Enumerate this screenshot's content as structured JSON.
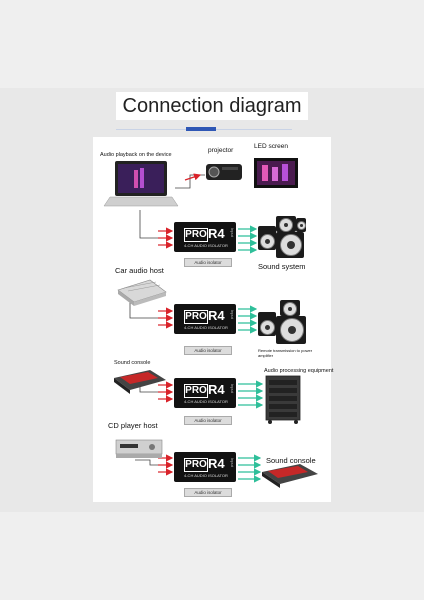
{
  "title": "Connection diagram",
  "labels": {
    "audio_playback": "Audio playback on the device",
    "projector": "projector",
    "led_screen": "LED screen",
    "sound_system": "Sound system",
    "car_audio_host": "Car audio host",
    "remote_transmission": "Remote transmission to power amplifier",
    "sound_console_1": "Sound console",
    "audio_processing": "Audio processing equipment",
    "cd_player_host": "CD player host",
    "sound_console_2": "Sound console"
  },
  "isolator": {
    "brand": "PRO",
    "model": "R4",
    "subtitle": "4-CH AUDIO ISOLATOR",
    "input": "Input",
    "tag": "Audio isolator"
  },
  "colors": {
    "accent": "#2f57b5",
    "input_arrow": "#d9232a",
    "output_arrow": "#2fbf9a"
  }
}
